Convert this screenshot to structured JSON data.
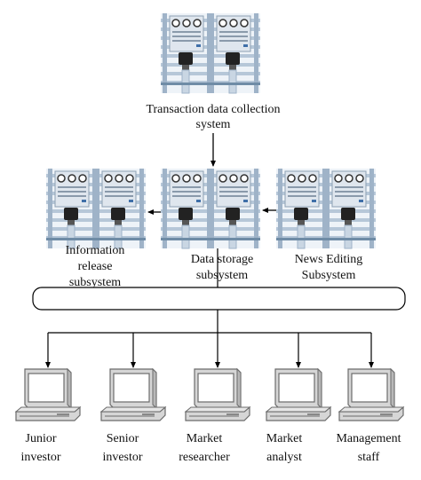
{
  "top_server": {
    "label_lines": [
      "Transaction data collection",
      "system"
    ]
  },
  "servers": [
    {
      "id": "info",
      "label_lines": [
        "Information",
        "release",
        "subsystem"
      ]
    },
    {
      "id": "storage",
      "label_lines": [
        "Data storage",
        "subsystem"
      ]
    },
    {
      "id": "news",
      "label_lines": [
        "News Editing",
        "Subsystem"
      ]
    }
  ],
  "clients": [
    {
      "id": "junior",
      "label_lines": [
        "Junior",
        "investor"
      ]
    },
    {
      "id": "senior",
      "label_lines": [
        "Senior",
        "investor"
      ]
    },
    {
      "id": "researcher",
      "label_lines": [
        "Market",
        "researcher"
      ]
    },
    {
      "id": "analyst",
      "label_lines": [
        "Market",
        "analyst"
      ]
    },
    {
      "id": "management",
      "label_lines": [
        "Management",
        "staff"
      ]
    }
  ],
  "colors": {
    "rack_pipe": "#b6c7d8",
    "rack_bar": "#6f8ca6",
    "rack_accent": "#3f6fa8",
    "monitor": "#c9c9c9",
    "outline": "#6b6b6b",
    "line": "#000000"
  }
}
